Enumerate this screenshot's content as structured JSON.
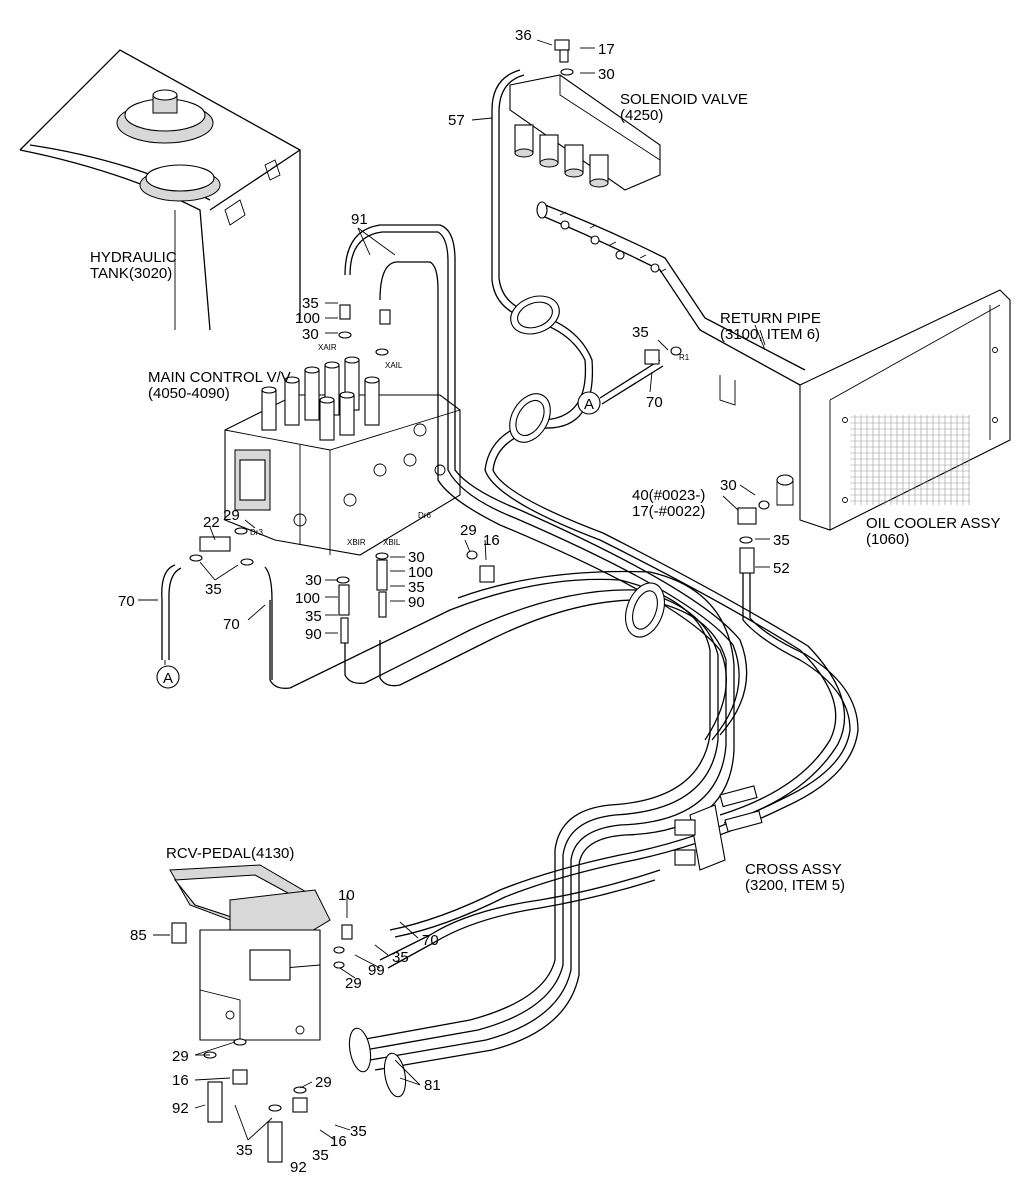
{
  "components": {
    "hydraulic_tank": [
      "HYDRAULIC",
      "TANK(3020)"
    ],
    "main_control_valve": [
      "MAIN CONTROL V/V",
      "(4050-4090)"
    ],
    "solenoid_valve": [
      "SOLENOID VALVE",
      "(4250)"
    ],
    "return_pipe": [
      "RETURN PIPE",
      "(3100, ITEM 6)"
    ],
    "oil_cooler": [
      "OIL COOLER ASSY",
      "(1060)"
    ],
    "cross_assy": [
      "CROSS ASSY",
      "(3200, ITEM 5)"
    ],
    "rcv_pedal": "RCV-PEDAL(4130)"
  },
  "port_labels": {
    "xair": "XAIR",
    "xail": "XAIL",
    "xbil": "XBIL",
    "xbir": "XBIR",
    "dr3": "Dr3",
    "dr6": "Dr6",
    "r1": "R1"
  },
  "connector": "A",
  "callouts": {
    "c36": "36",
    "c17_top": "17",
    "c30_top": "30",
    "c57": "57",
    "c91": "91",
    "c35_a": "35",
    "c100_a": "100",
    "c30_a": "30",
    "c35_rp": "35",
    "c70_rp": "70",
    "c29_a": "29",
    "c22": "22",
    "c35_b": "35",
    "c70_left": "70",
    "c70_mid": "70",
    "c30_b": "30",
    "c100_b": "100",
    "c35_c": "35",
    "c90_a": "90",
    "c30_c": "30",
    "c100_c": "100",
    "c35_d": "35",
    "c90_b": "90",
    "c29_b": "29",
    "c16_a": "16",
    "c40": "40(#0023-)",
    "c17_b": "17(-#0022)",
    "c30_oc": "30",
    "c35_oc": "35",
    "c52": "52",
    "c85": "85",
    "c10": "10",
    "c70_pd": "70",
    "c35_pd": "35",
    "c99": "99",
    "c29_pd": "29",
    "c29_l": "29",
    "c16_l": "16",
    "c92_l": "92",
    "c35_l": "35",
    "c29_m": "29",
    "c81": "81",
    "c35_m": "35",
    "c16_m": "16",
    "c92_b": "92",
    "c35_b2": "35"
  }
}
